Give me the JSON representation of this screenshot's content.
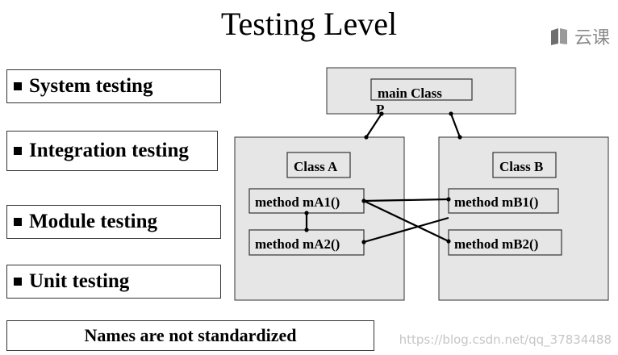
{
  "title": "Testing Level",
  "brand": {
    "text": "云课",
    "icon": "book-icon"
  },
  "levels": [
    {
      "label": "System testing"
    },
    {
      "label": "Integration testing"
    },
    {
      "label": "Module testing"
    },
    {
      "label": "Unit testing"
    }
  ],
  "note": "Names are not standardized",
  "watermark": "https://blog.csdn.net/qq_37834488",
  "diagram": {
    "main_class": "main Class",
    "main_class_suffix": "P",
    "class_a": {
      "name": "Class A",
      "methods": [
        "method mA1()",
        "method mA2()"
      ]
    },
    "class_b": {
      "name": "Class B",
      "methods": [
        "method mB1()",
        "method mB2()"
      ]
    }
  }
}
